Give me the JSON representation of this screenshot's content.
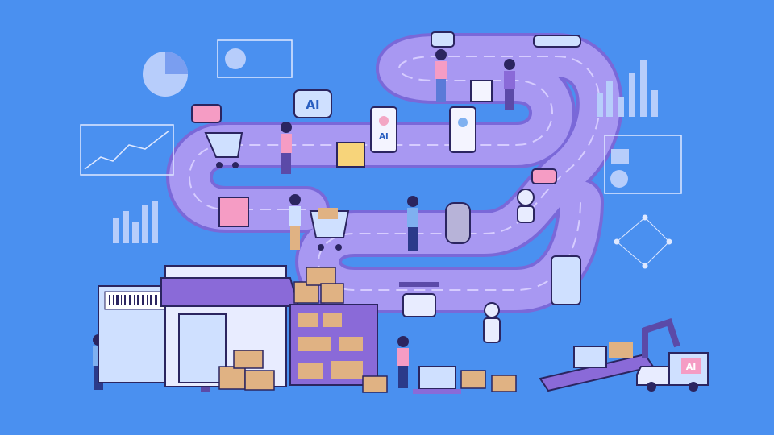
{
  "labels": {
    "ai_bubble": "AI",
    "ai_phone": "AI",
    "ai_truck": "AI"
  },
  "colors": {
    "background": "#4a90f0",
    "road": "#9f8ef0",
    "road_edge": "#7a68d8",
    "accent_pink": "#f06fa8",
    "box": "#e0b283",
    "outline": "#2b2560"
  }
}
